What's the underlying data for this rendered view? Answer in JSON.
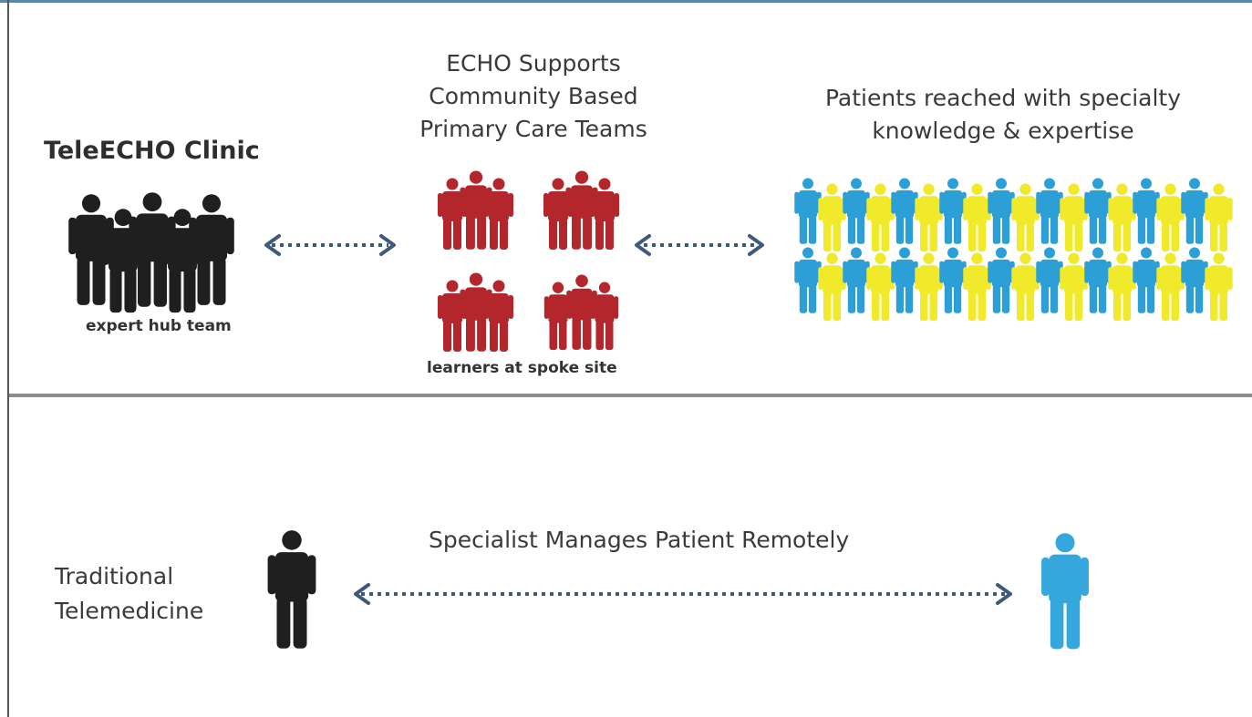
{
  "colors": {
    "hub": "#1f1f1f",
    "spoke": "#b3262c",
    "patient_blue": "#2b9fd6",
    "patient_yellow": "#f1ea2a",
    "remote_patient": "#35a7dd",
    "arrow": "#3d5a7a"
  },
  "echo": {
    "clinic_title": "TeleECHO Clinic",
    "hub_caption": "expert hub team",
    "supports_lines": [
      "ECHO Supports",
      "Community Based",
      "Primary Care Teams"
    ],
    "spoke_caption": "learners at spoke site",
    "patients_lines": [
      "Patients reached with specialty",
      "knowledge & expertise"
    ]
  },
  "traditional": {
    "label_lines": [
      "Traditional",
      "Telemedicine"
    ],
    "arrow_label": "Specialist Manages Patient Remotely"
  }
}
